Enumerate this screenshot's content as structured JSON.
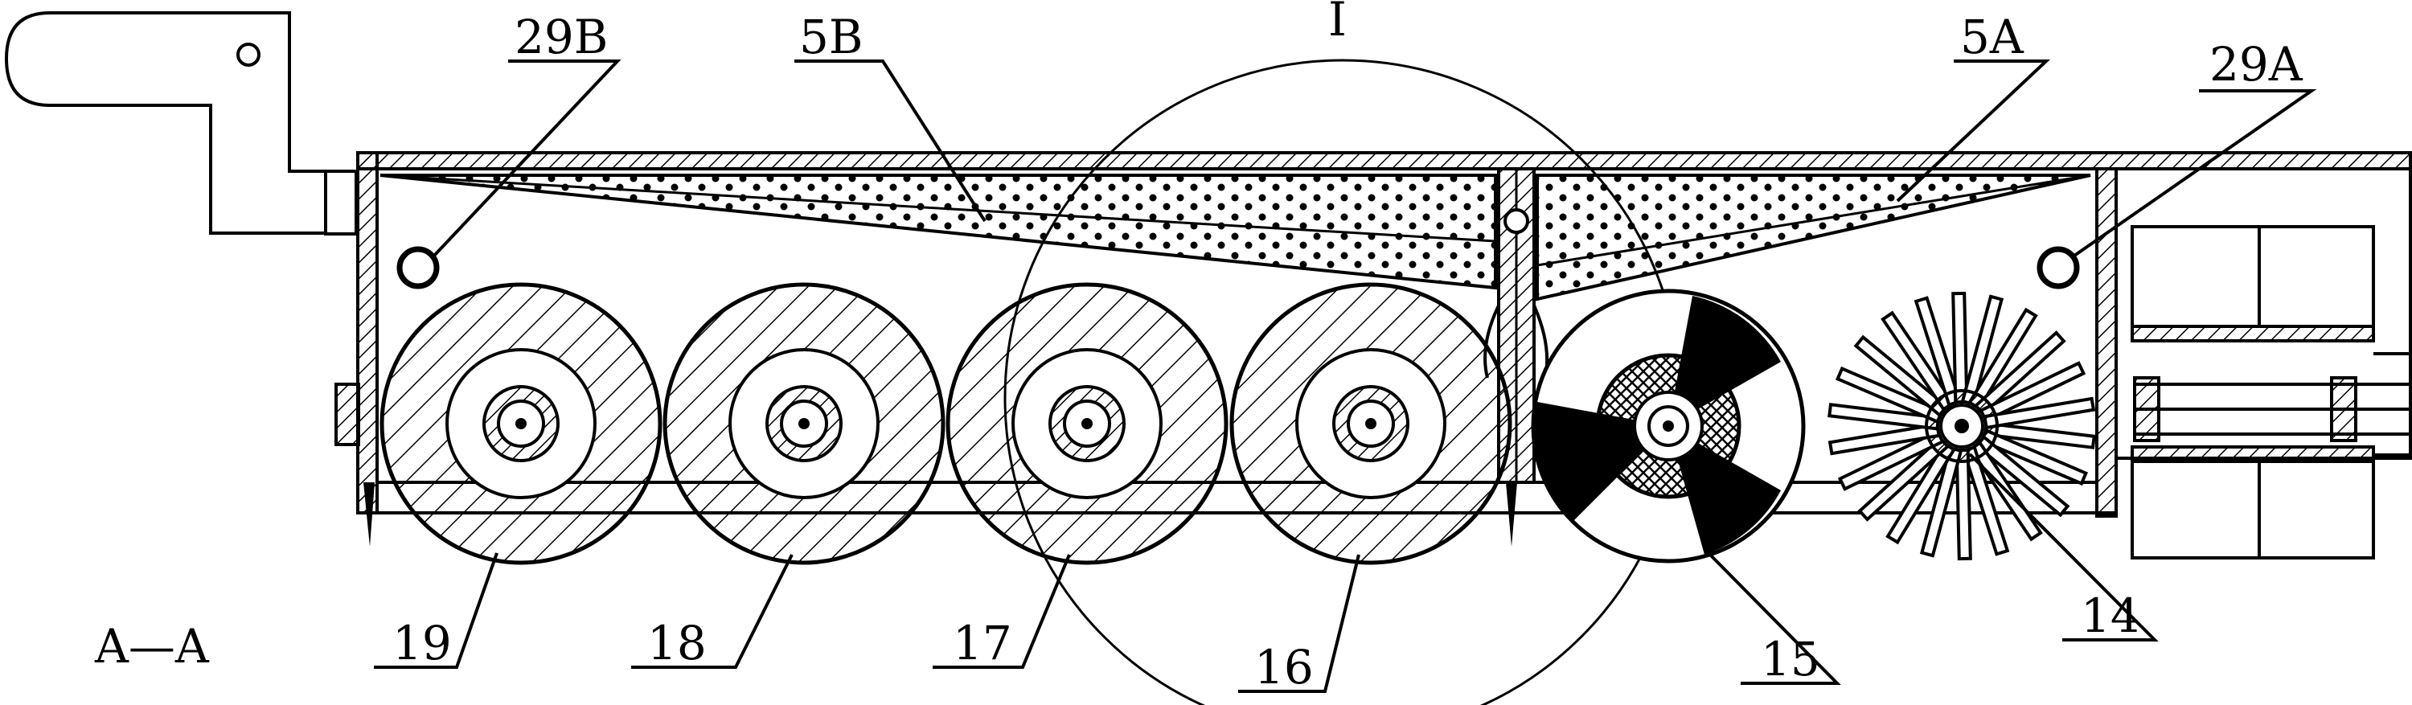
{
  "view_label": "A—A",
  "detail_label": "I",
  "callouts": {
    "c29B": "29B",
    "c5B": "5B",
    "c5A": "5A",
    "c29A": "29A",
    "c19": "19",
    "c18": "18",
    "c17": "17",
    "c16": "16",
    "c15": "15",
    "c14": "14"
  },
  "colors": {
    "line": "#000000",
    "background": "#ffffff"
  }
}
